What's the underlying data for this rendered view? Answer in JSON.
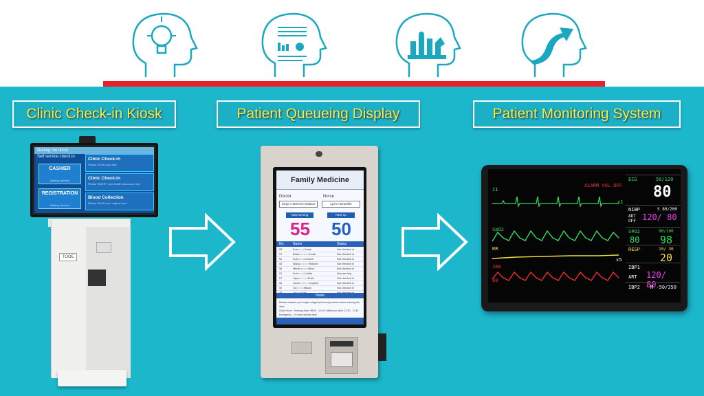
{
  "sections": {
    "kiosk": {
      "title": "Clinic Check-in Kiosk"
    },
    "queue": {
      "title": "Patient Queueing Display"
    },
    "monitor": {
      "title": "Patient Monitoring System"
    }
  },
  "icons": [
    "lightbulb-head-icon",
    "document-head-icon",
    "chess-head-icon",
    "growth-arrow-head-icon"
  ],
  "colors": {
    "teal": "#1db7cc",
    "red": "#e8202a",
    "title_text": "#f5ef3a"
  },
  "kiosk_screen": {
    "header": "Getting the ticket",
    "subheader": "Self service check in",
    "cashier": {
      "label": "CASHIER",
      "sub": "Waiting Number"
    },
    "registration": {
      "label": "REGISTRATION",
      "sub": "Waiting Number"
    },
    "items": [
      {
        "label": "Clinic Check-in",
        "sub": "Please SCAN your face"
      },
      {
        "label": "Clinic Check-in",
        "sub": "Please INSERT your health insurance card"
      },
      {
        "label": "Blood Collection",
        "sub": "Please SCAN your original form"
      }
    ],
    "slot_label": "TOOE"
  },
  "queue_screen": {
    "title": "Family Medicine",
    "doctor_label": "Doctor",
    "doctor_name": "Jorge A.Bremes-Salazar",
    "nurse_label": "Nurse",
    "nurse_name": "Lynn A.Brunelle",
    "now_serving_label": "Now serving",
    "next_up_label": "Next up",
    "now_serving": "55",
    "next_up": "50",
    "columns": [
      "No.",
      "Name",
      "Status"
    ],
    "rows": [
      {
        "no": "55",
        "name": "Kulu○○○○Cutah",
        "status": "Not checked in"
      },
      {
        "no": "57",
        "name": "Baba○○○○○○Jonab",
        "status": "Not checked in"
      },
      {
        "no": "52",
        "name": "Kulu○○○○Cesuell",
        "status": "Not checked in"
      },
      {
        "no": "53",
        "name": "Wang○○○○○○Ratchel",
        "status": "Not checked in"
      },
      {
        "no": "56",
        "name": "Mervis○○○○○Bece",
        "status": "Not checked in"
      },
      {
        "no": "51",
        "name": "Kuhl○○○○Lindila",
        "status": "Now serving"
      },
      {
        "no": "57",
        "name": "Jaya○○○○○○Rush",
        "status": "Not checked in"
      },
      {
        "no": "50",
        "name": "Jones○○○○○○Capehe",
        "status": "Not checked in"
      },
      {
        "no": "50",
        "name": "Sa○○○○○Mauta",
        "status": "Not checked in"
      },
      {
        "no": "49",
        "name": "Jo○○○○Ktvi",
        "status": "Not checked in"
      }
    ],
    "news_label": "News",
    "news_lines": [
      "Please measure your height, weight and blood pressure before entering the clinic",
      "Clinic Hours - Morning clinic: 08:00 - 12:00 / Afternoon clinic: 13:30 - 17:30",
      "Emergency - 24 hours service desk"
    ]
  },
  "monitor_screen": {
    "alarm": "ALARM VOL OFF",
    "ecg_label": "ECG",
    "hr_value": "80",
    "hr_limits": "50/120",
    "lead": "II",
    "gain": "x1",
    "nibp_label": "NIBP",
    "nibp_range": "S 80/200",
    "nibp_mode": "ADT OFF",
    "nibp_value": "120/ 80",
    "spo2_label": "SPO2",
    "spo2_limits": "90/100",
    "spo2_value": "98",
    "pr_value": "80",
    "resp_label": "RESP",
    "resp_limits": "10/ 30",
    "resp_value": "20",
    "ibp1_label": "IBP1",
    "ibp1_value": "120/ 80",
    "ibp2_label": "IBP2",
    "ibp2_value": "M -50/350",
    "spo2_wave": "SpO2",
    "rr_wave": "RR",
    "art_label": "ART",
    "scale_160": "160",
    "scale_80": "80",
    "scale_x5": "x5"
  }
}
